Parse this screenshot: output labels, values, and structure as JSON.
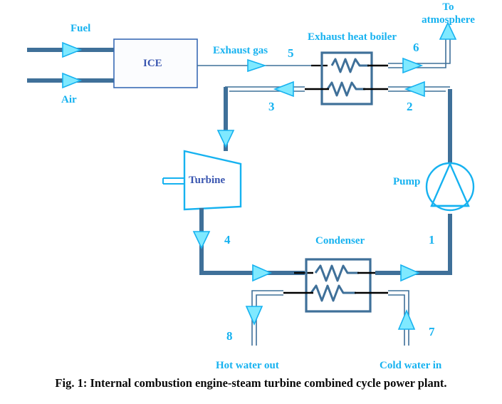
{
  "figure": {
    "caption": "Fig. 1: Internal combustion engine-steam turbine combined cycle power plant."
  },
  "components": {
    "ice": "ICE",
    "turbine": "Turbine",
    "pump": "Pump",
    "boiler": "Exhaust heat boiler",
    "condenser": "Condenser"
  },
  "stream_labels": {
    "fuel": "Fuel",
    "air": "Air",
    "exhaust_gas": "Exhaust gas",
    "to_atmosphere_line1": "To",
    "to_atmosphere_line2": "atmosphere",
    "hot_water_out": "Hot water out",
    "cold_water_in": "Cold water in"
  },
  "state_points": {
    "p1": "1",
    "p2": "2",
    "p3": "3",
    "p4": "4",
    "p5": "5",
    "p6": "6",
    "p7": "7",
    "p8": "8"
  },
  "colors": {
    "pipe": "#3F7099",
    "accent_cyan": "#16B2F0",
    "arrow_fill": "#7FE9FF",
    "component_text": "#3A56B0",
    "caption_text": "#0a0a0a",
    "box_border": "#3F7099",
    "ice_border": "#3A6BB5",
    "coil": "#3F7099",
    "connector": "#000000"
  },
  "icons": {
    "pump": "pump-circle-triangle-icon",
    "turbine": "turbine-trapezoid-icon",
    "boiler_coil": "heat-exchanger-coil-icon",
    "condenser_coil": "heat-exchanger-coil-icon",
    "arrow_right": "arrow-right-icon",
    "arrow_left": "arrow-left-icon",
    "arrow_up": "arrow-up-icon",
    "arrow_down": "arrow-down-icon"
  }
}
